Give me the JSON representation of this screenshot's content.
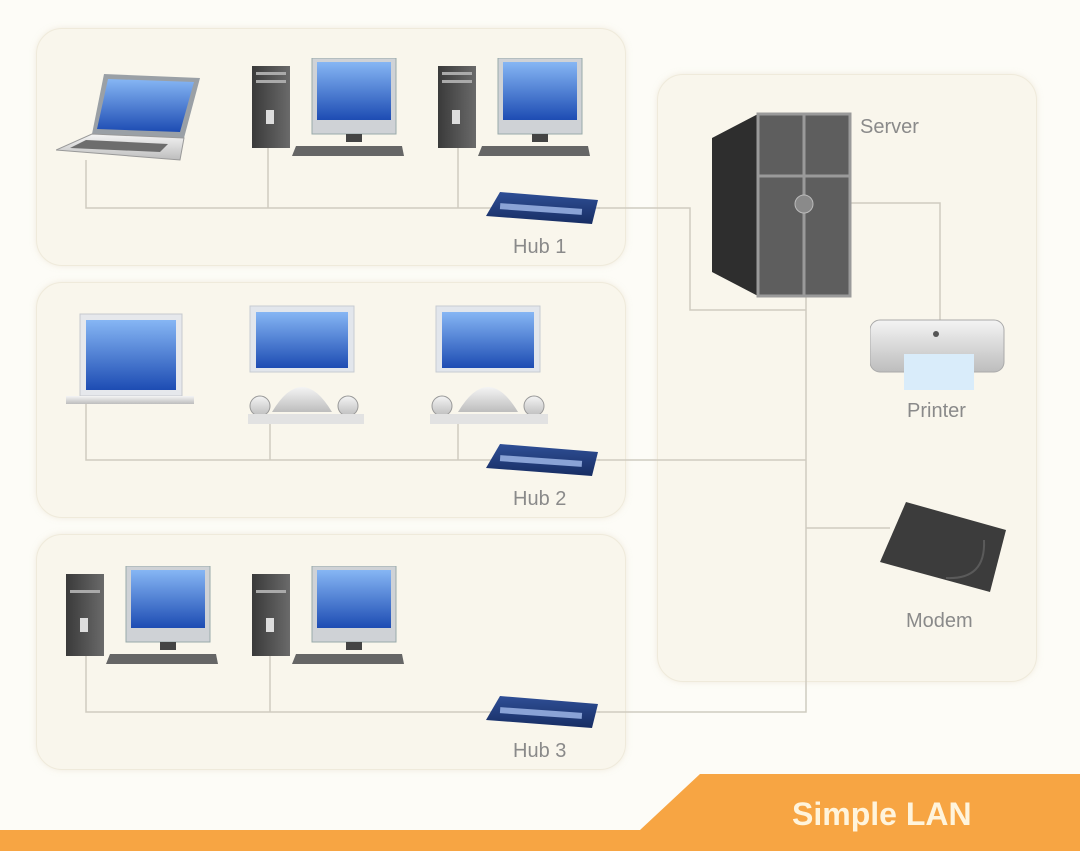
{
  "diagram": {
    "title": "Simple LAN",
    "colors": {
      "background": "#fdfcf7",
      "panel": "#f9f6ec",
      "banner": "#f7a543",
      "screen_top": "#7fb0f0",
      "screen_bottom": "#1f4fb6",
      "hub": "#1e3a78",
      "wire": "#cfcbc0",
      "label": "#8a8a8a"
    },
    "groups": [
      {
        "hub_label": "Hub 1",
        "devices": [
          "laptop",
          "desktop-pc",
          "desktop-pc"
        ]
      },
      {
        "hub_label": "Hub 2",
        "devices": [
          "laptop",
          "imac",
          "imac"
        ]
      },
      {
        "hub_label": "Hub 3",
        "devices": [
          "desktop-pc",
          "desktop-pc"
        ]
      }
    ],
    "server_panel": {
      "server_label": "Server",
      "printer_label": "Printer",
      "modem_label": "Modem"
    }
  }
}
